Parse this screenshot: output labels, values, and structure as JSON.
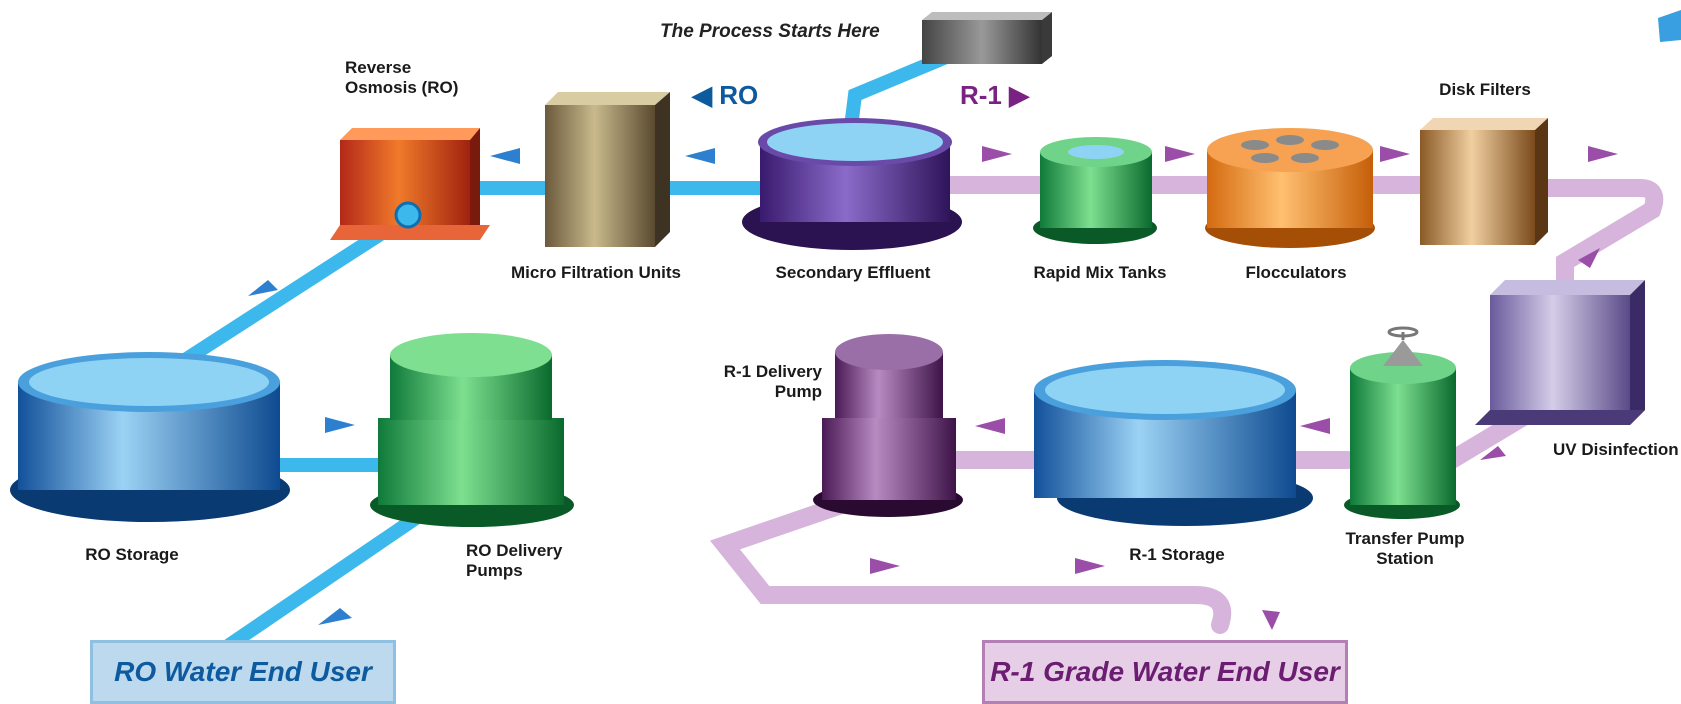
{
  "process_start": "The Process Starts Here",
  "directions": {
    "ro": "RO",
    "r1": "R-1"
  },
  "labels": {
    "reverse_osmosis": [
      "Reverse",
      "Osmosis (RO)"
    ],
    "micro_filtration": "Micro Filtration Units",
    "secondary_effluent": "Secondary Effluent",
    "rapid_mix": "Rapid Mix Tanks",
    "flocculators": "Flocculators",
    "disk_filters": "Disk Filters",
    "uv_disinfection": "UV Disinfection",
    "ro_storage": "RO Storage",
    "ro_delivery": [
      "RO Delivery",
      "Pumps"
    ],
    "r1_delivery": [
      "R-1 Delivery",
      "Pump"
    ],
    "r1_storage": "R-1 Storage",
    "transfer_pump": [
      "Transfer Pump",
      "Station"
    ]
  },
  "end_users": {
    "ro": "RO Water End User",
    "r1": "R-1 Grade Water End User"
  },
  "colors": {
    "ro_pipe": "#3cb8ec",
    "r1_pipe": "#d7b4dc",
    "ro_arrow": "#2d7fd0",
    "r1_arrow": "#9a4ea8",
    "water": "#8fd3f4"
  }
}
